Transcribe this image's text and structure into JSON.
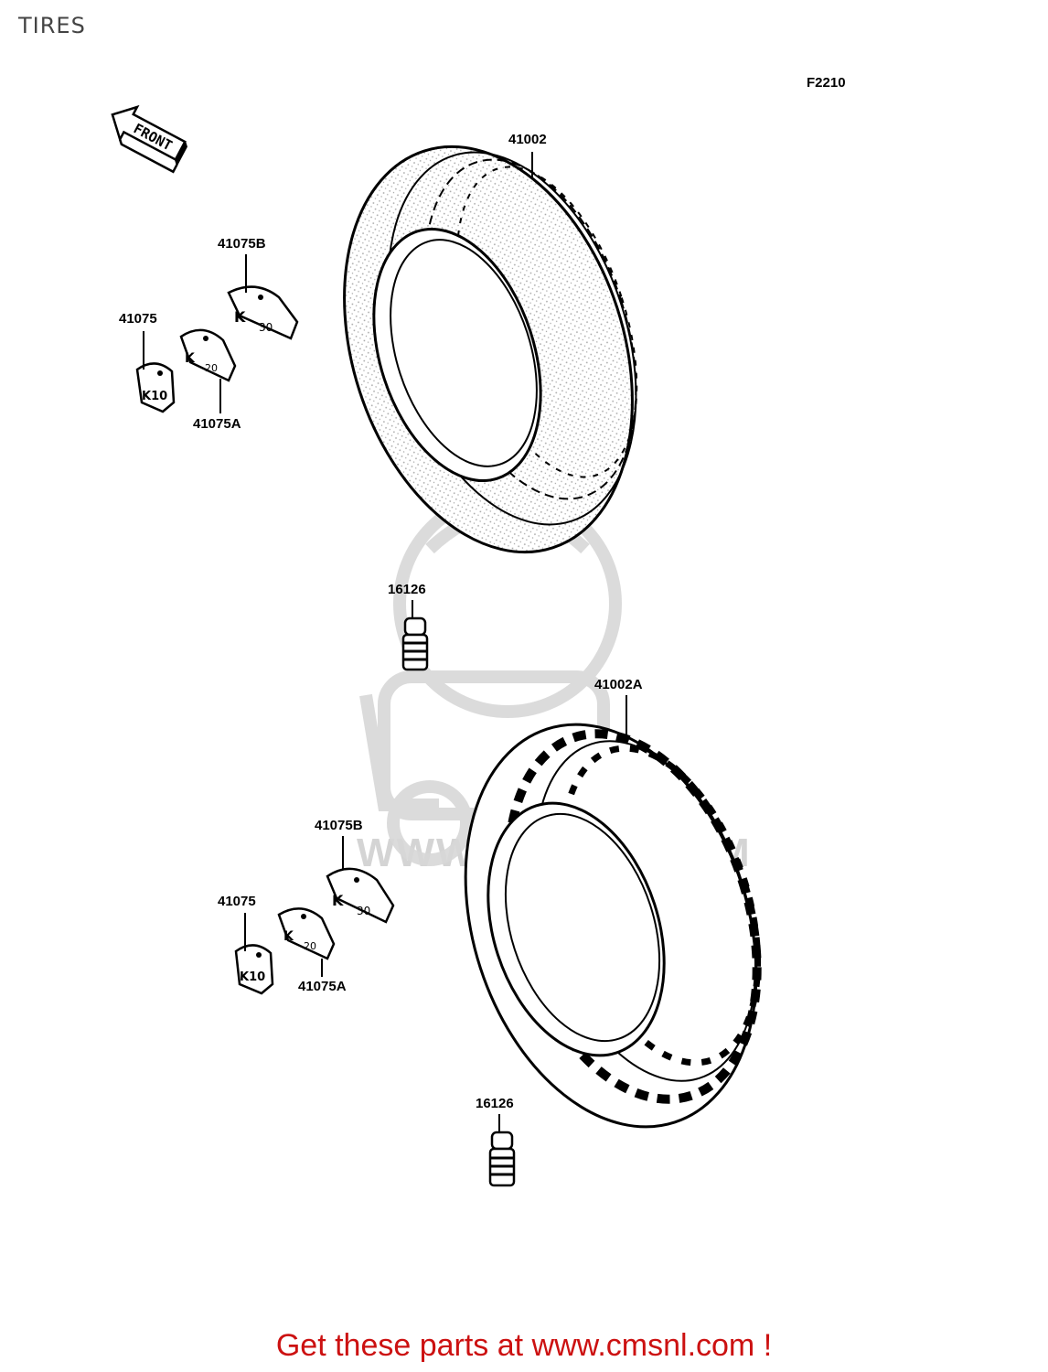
{
  "page": {
    "title": "TIRES"
  },
  "figure": {
    "code": "F2210",
    "front_label": "FRONT"
  },
  "watermark": {
    "text": "WWW.CMSNL.COM"
  },
  "parts": [
    {
      "id": "front-tire",
      "number": "41002"
    },
    {
      "id": "rear-tire",
      "number": "41002A"
    },
    {
      "id": "valve-upper",
      "number": "16126"
    },
    {
      "id": "valve-lower",
      "number": "16126"
    },
    {
      "id": "weight-b-upper",
      "number": "41075B"
    },
    {
      "id": "weight-upper",
      "number": "41075"
    },
    {
      "id": "weight-a-upper",
      "number": "41075A"
    },
    {
      "id": "weight-b-lower",
      "number": "41075B"
    },
    {
      "id": "weight-lower",
      "number": "41075"
    },
    {
      "id": "weight-a-lower",
      "number": "41075A"
    }
  ],
  "footer": {
    "link_text": "Get these parts at www.cmsnl.com !"
  }
}
